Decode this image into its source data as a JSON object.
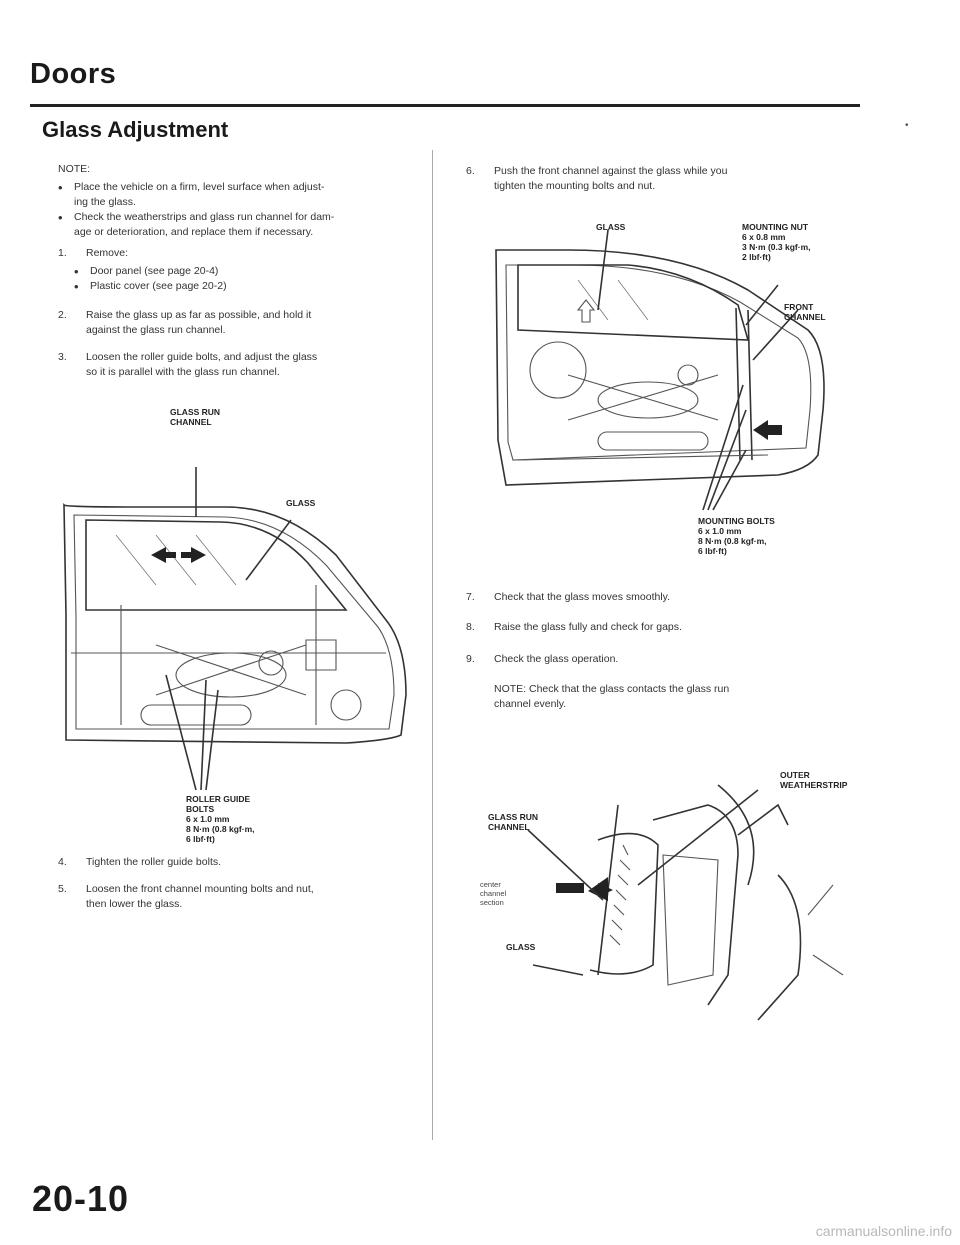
{
  "header": {
    "section": "Doors",
    "subtitle": "Glass Adjustment"
  },
  "corner_mark": "•",
  "left": {
    "note_label": "NOTE:",
    "notes": [
      "Place the vehicle on a firm, level surface when adjust-",
      "ing the glass.",
      "Check the weatherstrips and glass run channel for dam-",
      "age or deterioration, and replace them if necessary."
    ],
    "step1": {
      "num": "1.",
      "text": "Remove:"
    },
    "step1_items": [
      "Door panel (see page 20-4)",
      "Plastic cover (see page 20-2)"
    ],
    "step2": {
      "num": "2.",
      "line1": "Raise the glass up as far as possible, and hold it",
      "line2": "against the glass run channel."
    },
    "step3": {
      "num": "3.",
      "line1": "Loosen the roller guide bolts, and adjust the glass",
      "line2": "so it is parallel with the glass run channel."
    },
    "fig1": {
      "glass_run_channel_1": "GLASS RUN",
      "glass_run_channel_2": "CHANNEL",
      "glass": "GLASS",
      "bolts_1": "ROLLER GUIDE",
      "bolts_2": "BOLTS",
      "bolts_3": "6 x 1.0 mm",
      "bolts_4": "8 N·m (0.8 kgf·m,",
      "bolts_5": "6 lbf·ft)"
    },
    "step4": {
      "num": "4.",
      "text": "Tighten the roller guide bolts."
    },
    "step5": {
      "num": "5.",
      "line1": "Loosen the front channel mounting bolts and nut,",
      "line2": "then lower the glass."
    }
  },
  "right": {
    "step6": {
      "num": "6.",
      "line1": "Push the front channel against the glass while you",
      "line2": "tighten the mounting bolts and nut."
    },
    "fig2": {
      "glass": "GLASS",
      "nut_1": "MOUNTING NUT",
      "nut_2": "6 x 0.8 mm",
      "nut_3": "3 N·m (0.3 kgf·m,",
      "nut_4": "2 lbf·ft)",
      "front_1": "FRONT",
      "front_2": "CHANNEL",
      "bolts_1": "MOUNTING BOLTS",
      "bolts_2": "6 x 1.0 mm",
      "bolts_3": "8 N·m (0.8 kgf·m,",
      "bolts_4": "6 lbf·ft)"
    },
    "step7": {
      "num": "7.",
      "text": "Check that the glass moves smoothly."
    },
    "step8": {
      "num": "8.",
      "text": "Raise the glass fully and check for gaps."
    },
    "step9": {
      "num": "9.",
      "text": "Check the glass operation."
    },
    "note2_1": "NOTE: Check that the glass contacts the glass run",
    "note2_2": "channel evenly.",
    "fig3": {
      "outer_1": "OUTER",
      "outer_2": "WEATHERSTRIP",
      "grc_1": "GLASS RUN",
      "grc_2": "CHANNEL",
      "center_1": "center",
      "center_2": "channel",
      "center_3": "section",
      "glass": "GLASS"
    }
  },
  "page_number": "20-10",
  "watermark": "carmanualsonline.info"
}
